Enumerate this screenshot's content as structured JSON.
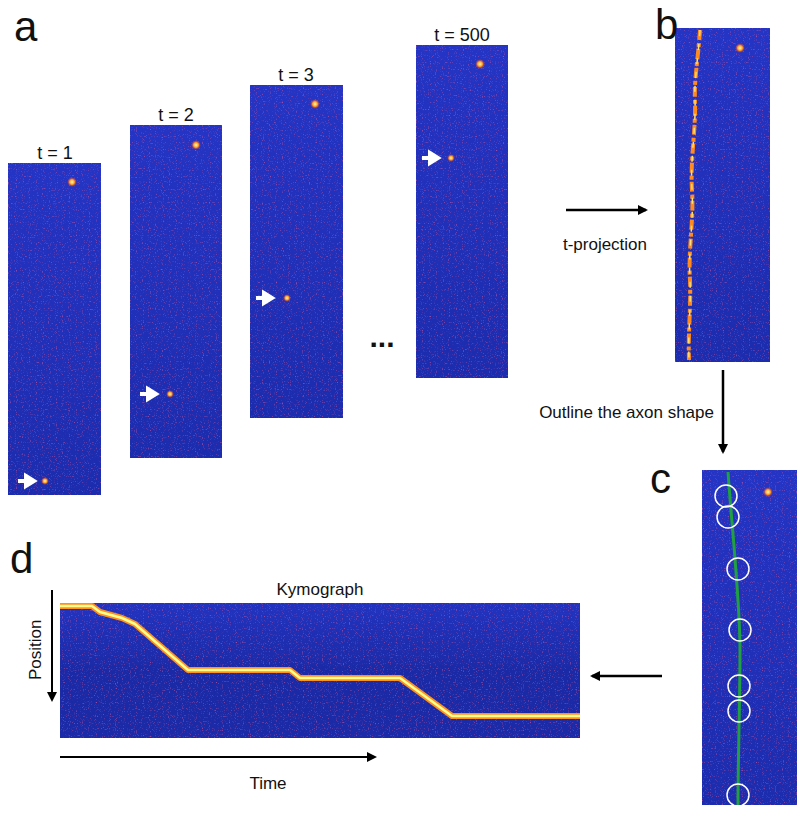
{
  "diagram": {
    "labels": [
      "a",
      "t = 1",
      "t = 2",
      "t = 3",
      "...",
      "t = 500",
      "b",
      "t-projection",
      "Outline the axon shape",
      "c",
      "d",
      "Kymograph",
      "Position",
      "Time"
    ]
  }
}
